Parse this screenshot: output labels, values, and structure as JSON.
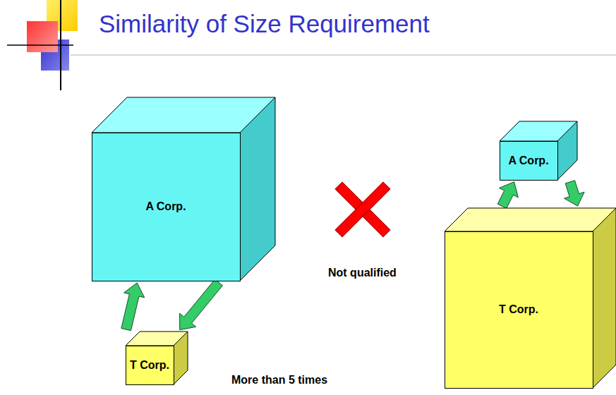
{
  "diagram": {
    "title": "Similarity of Size Requirement",
    "nodes": [
      {
        "text": [
          "A Corp."
        ]
      },
      {
        "text": [
          "T Corp."
        ]
      },
      {
        "text": [
          "A Corp."
        ]
      },
      {
        "text": [
          "T Corp."
        ]
      }
    ],
    "edges": [
      {
        "from": 1,
        "to": 0,
        "arrow": "to"
      },
      {
        "from": 0,
        "to": 1,
        "arrow": "to"
      },
      {
        "from": 3,
        "to": 2,
        "arrow": "to"
      },
      {
        "from": 2,
        "to": 3,
        "arrow": "to"
      }
    ],
    "labels": [
      "Not qualified",
      "More than 5 times"
    ]
  }
}
